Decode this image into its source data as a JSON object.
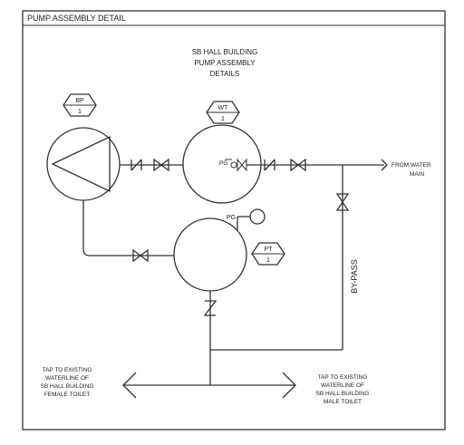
{
  "diagram": {
    "title": "PUMP ASSEMBLY DETAIL",
    "heading": [
      "SB HALL BUILDING",
      "PUMP ASSEMBLY",
      "DETAILS"
    ],
    "tags": {
      "pump": [
        "BP",
        "1"
      ],
      "tank_upper": [
        "WT",
        "1"
      ],
      "tank_lower": [
        "PT",
        "1"
      ]
    },
    "gauge_label": "PG",
    "gauge_label_upper": "PG",
    "source_label": [
      "FROM WATER",
      "MAIN"
    ],
    "bypass_label": "BY-PASS",
    "left_note": [
      "TAP TO EXISTING",
      "WATERLINE OF",
      "SB HALL BUILDING",
      "FEMALE TOILET"
    ],
    "right_note": [
      "TAP TO EXISTING",
      "WATERLINE OF",
      "SB HALL BUILDING",
      "MALE TOILET"
    ]
  }
}
